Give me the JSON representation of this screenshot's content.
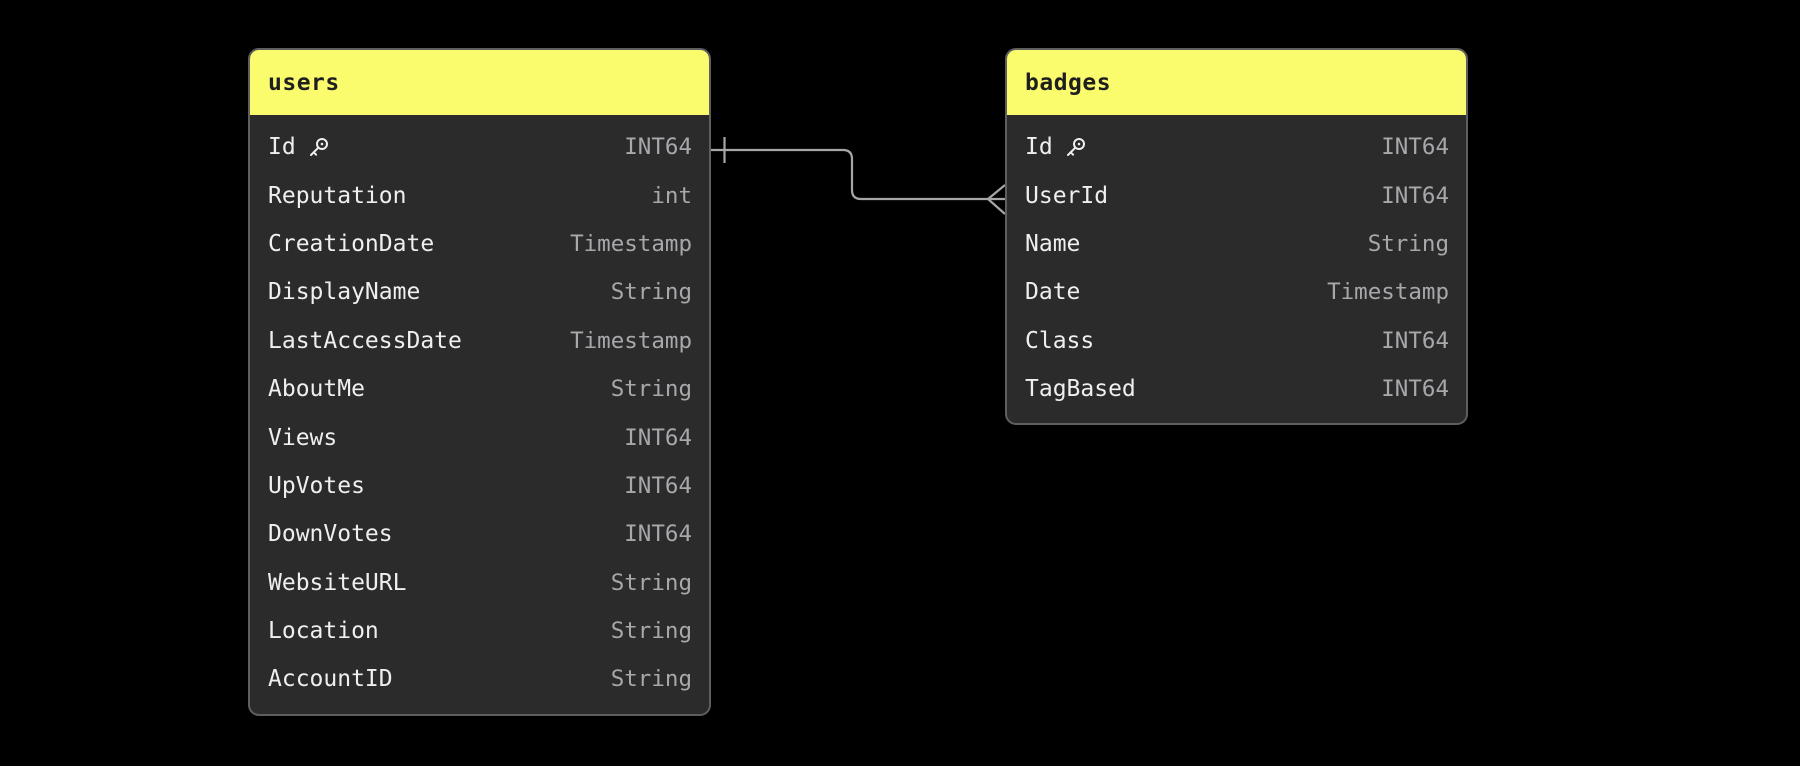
{
  "diagram": {
    "type": "entity-relationship-diagram",
    "colors": {
      "canvas_bg": "#000000",
      "header_yellow": "#fafc6e",
      "table_bg": "#2b2b2b",
      "table_border": "#5e5e5e",
      "header_text": "#1f1f1f",
      "field_name": "#efefef",
      "field_type": "#a8a8ac",
      "connector": "#a6a6a6"
    },
    "tables": [
      {
        "name": "users",
        "fields": [
          {
            "name": "Id",
            "type": "INT64",
            "primary_key": true,
            "icon": "key-icon"
          },
          {
            "name": "Reputation",
            "type": "int"
          },
          {
            "name": "CreationDate",
            "type": "Timestamp"
          },
          {
            "name": "DisplayName",
            "type": "String"
          },
          {
            "name": "LastAccessDate",
            "type": "Timestamp"
          },
          {
            "name": "AboutMe",
            "type": "String"
          },
          {
            "name": "Views",
            "type": "INT64"
          },
          {
            "name": "UpVotes",
            "type": "INT64"
          },
          {
            "name": "DownVotes",
            "type": "INT64"
          },
          {
            "name": "WebsiteURL",
            "type": "String"
          },
          {
            "name": "Location",
            "type": "String"
          },
          {
            "name": "AccountID",
            "type": "String"
          }
        ]
      },
      {
        "name": "badges",
        "fields": [
          {
            "name": "Id",
            "type": "INT64",
            "primary_key": true,
            "icon": "key-icon"
          },
          {
            "name": "UserId",
            "type": "INT64"
          },
          {
            "name": "Name",
            "type": "String"
          },
          {
            "name": "Date",
            "type": "Timestamp"
          },
          {
            "name": "Class",
            "type": "INT64"
          },
          {
            "name": "TagBased",
            "type": "INT64"
          }
        ]
      }
    ],
    "relationships": [
      {
        "from_table": "users",
        "from_field": "Id",
        "from_cardinality": "one",
        "to_table": "badges",
        "to_field": "UserId",
        "to_cardinality": "many"
      }
    ]
  }
}
